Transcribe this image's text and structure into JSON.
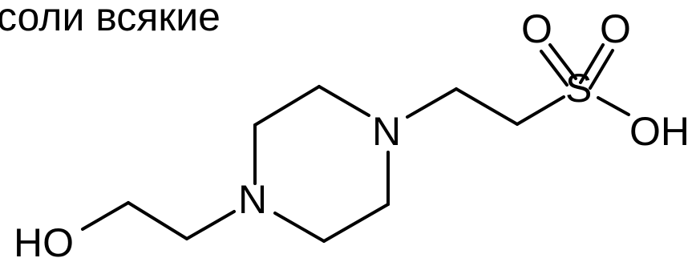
{
  "caption": "соли всякие",
  "molecule": {
    "atoms": {
      "hydroxyl": "HO",
      "nitrogen_left": "N",
      "nitrogen_right": "N",
      "sulfur": "S",
      "oxygen_top_left": "O",
      "oxygen_top_right": "O",
      "sulfonic_hydroxyl": "OH"
    },
    "colors": {
      "ink": "#000000",
      "background": "#ffffff"
    }
  }
}
